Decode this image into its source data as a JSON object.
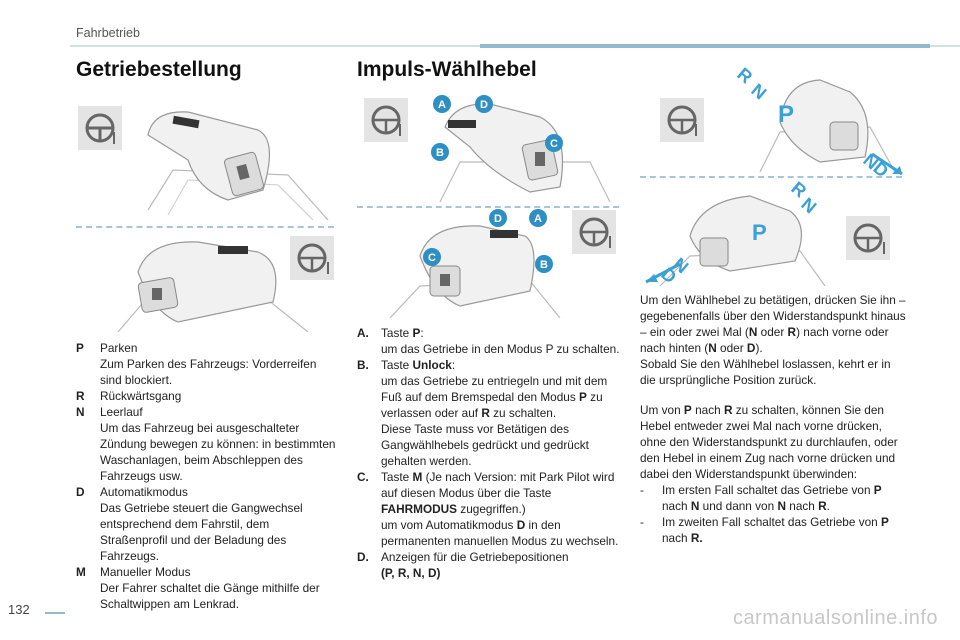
{
  "header": {
    "section": "Fahrbetrieb"
  },
  "left": {
    "title": "Getriebestellung",
    "items": [
      {
        "key": "P",
        "label": "Parken",
        "desc": "Zum Parken des Fahrzeugs: Vorderreifen sind blockiert."
      },
      {
        "key": "R",
        "label": "Rückwärtsgang",
        "desc": ""
      },
      {
        "key": "N",
        "label": "Leerlauf",
        "desc": "Um das Fahrzeug bei ausgeschalteter Zündung bewegen zu können: in bestimmten Waschanlagen, beim Abschleppen des Fahrzeugs usw."
      },
      {
        "key": "D",
        "label": "Automatikmodus",
        "desc": "Das Getriebe steuert die Gangwechsel entsprechend dem Fahrstil, dem Straßenprofil und der Beladung des Fahrzeugs."
      },
      {
        "key": "M",
        "label": "Manueller Modus",
        "desc": "Der Fahrer schaltet die Gänge mithilfe der Schaltwippen am Lenkrad."
      }
    ]
  },
  "middle": {
    "title": "Impuls-Wählhebel",
    "callouts": {
      "a": "A",
      "b": "B",
      "c": "C",
      "d": "D"
    },
    "items": {
      "a_key": "A.",
      "a_line1": "Taste ",
      "a_bold1": "P",
      "a_line1_end": ":",
      "a_line2": "um das Getriebe in den Modus P zu schalten.",
      "b_key": "B.",
      "b_line1": "Taste ",
      "b_bold1": "Unlock",
      "b_line1_end": ":",
      "b_line2a": "um das Getriebe zu entriegeln und mit dem Fuß auf dem Bremspedal den Modus ",
      "b_bold2": "P",
      "b_line2b": " zu verlassen oder auf ",
      "b_bold3": "R",
      "b_line2c": " zu schalten.",
      "b_line3": "Diese Taste muss vor Betätigen des Gangwählhebels gedrückt und gedrückt gehalten werden.",
      "c_key": "C.",
      "c_line1a": "Taste ",
      "c_bold1": "M",
      "c_line1b": " (Je nach Version: mit Park Pilot wird auf diesen Modus über die Taste ",
      "c_bold2": "FAHRMODUS",
      "c_line1c": " zugegriffen.)",
      "c_line2a": "um vom Automatikmodus ",
      "c_bold3": "D",
      "c_line2b": " in den permanenten manuellen Modus zu wechseln.",
      "d_key": "D.",
      "d_line1": "Anzeigen für die Getriebepositionen",
      "d_bold": "(P, R, N, D)"
    }
  },
  "right": {
    "para1": "Um den Wählhebel zu betätigen, drücken Sie ihn – gegebenenfalls über den Widerstandspunkt hinaus – ein oder zwei Mal (",
    "para1_b1": "N",
    "para1_m1": " oder ",
    "para1_b2": "R",
    "para1_m2": ") nach vorne oder nach hinten (",
    "para1_b3": "N",
    "para1_m3": " oder ",
    "para1_b4": "D",
    "para1_m4": ").",
    "para2": "Sobald Sie den Wählhebel loslassen, kehrt er in die ursprüngliche Position zurück.",
    "para3a": "Um von ",
    "para3_b1": "P",
    "para3b": " nach ",
    "para3_b2": "R",
    "para3c": " zu schalten, können Sie den Hebel entweder zwei Mal nach vorne drücken, ohne den Widerstandspunkt zu durchlaufen, oder den Hebel in einem Zug nach vorne drücken und dabei den Widerstandspunkt überwinden:",
    "bullets": {
      "dash": "-",
      "b1a": "Im ersten Fall schaltet das Getriebe von ",
      "b1_p": "P",
      "b1b": " nach ",
      "b1_n": "N",
      "b1c": " und dann von ",
      "b1_n2": "N",
      "b1d": " nach ",
      "b1_r": "R",
      "b1e": ".",
      "b2a": "Im zweiten Fall schaltet das Getriebe von ",
      "b2_p": "P",
      "b2b": " nach ",
      "b2_r": "R."
    },
    "diagram_labels": {
      "p": "P",
      "r": "R",
      "n": "N",
      "d": "D"
    }
  },
  "footer": {
    "page": "132",
    "watermark": "carmanualsonline.info"
  },
  "colors": {
    "accent": "#93b9cd",
    "callout": "#2e8fc2",
    "arrow": "#3aa0d6",
    "line": "#a7c5d6"
  }
}
